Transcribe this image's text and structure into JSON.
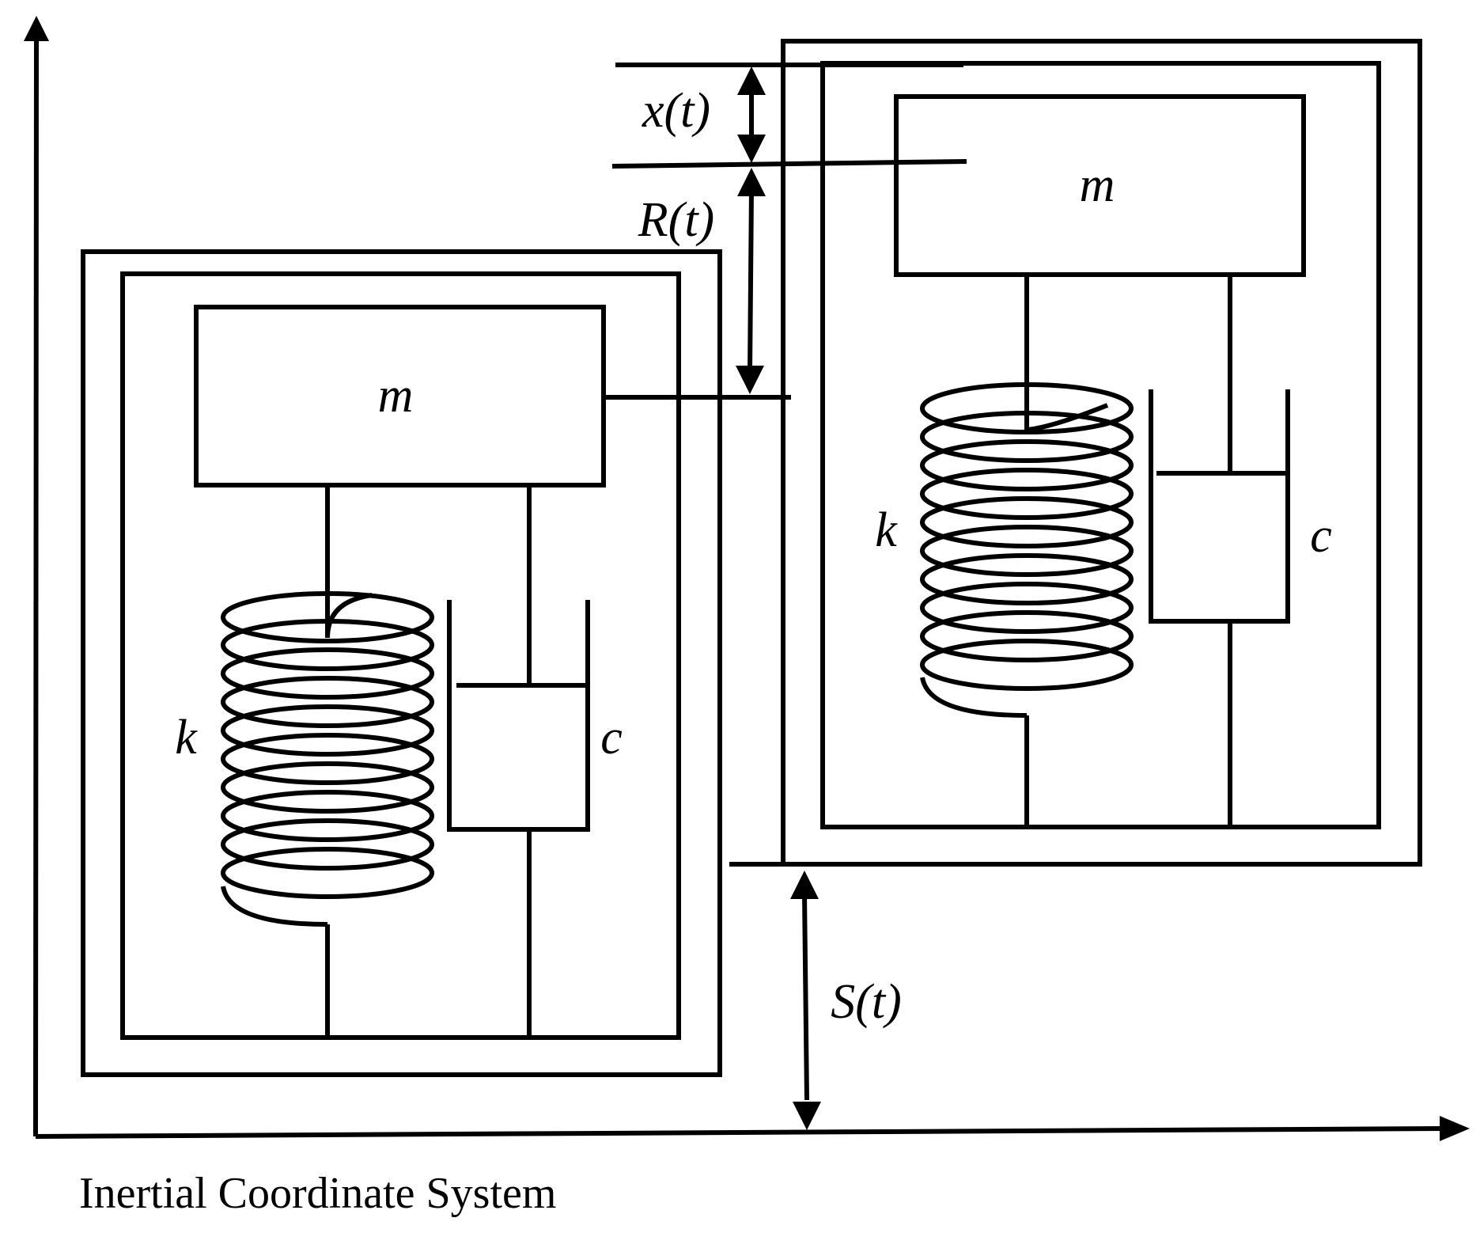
{
  "caption": "Inertial Coordinate System",
  "labels": {
    "left_mass": "m",
    "left_spring": "k",
    "left_damper": "c",
    "right_mass": "m",
    "right_spring": "k",
    "right_damper": "c",
    "x_displacement": "x(t)",
    "r_displacement": "R(t)",
    "s_displacement": "S(t)"
  },
  "colors": {
    "ink": "#000000",
    "background": "#ffffff"
  }
}
